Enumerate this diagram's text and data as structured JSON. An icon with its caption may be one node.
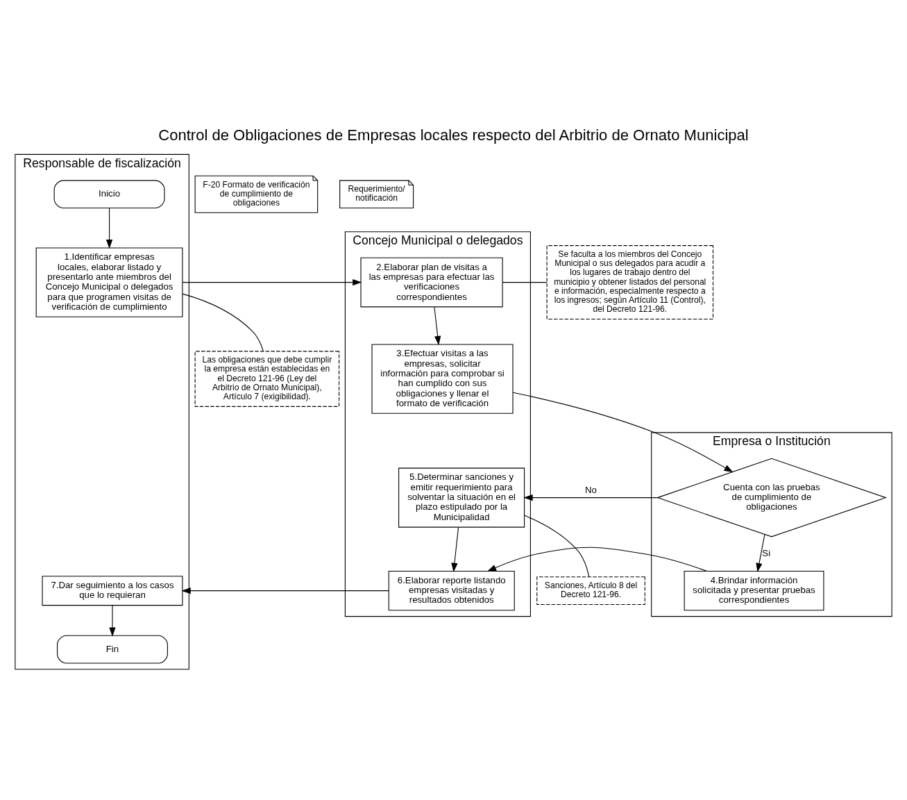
{
  "diagram": {
    "title": "Control de Obligaciones de Empresas locales respecto del Arbitrio de Ornato Municipal",
    "nodes": [
      {
        "text": [
          "Responsable de fiscalización"
        ]
      },
      {
        "text": [
          "Concejo Municipal o delegados"
        ]
      },
      {
        "text": [
          "Empresa o Institución"
        ]
      },
      {
        "text": [
          "Inicio"
        ],
        "in": 0
      },
      {
        "text": [
          "Las obligaciones que debe cumplir la empresa están establecidas en el Decreto 121-96 (Ley del Arbitrio de Ornato Municipal), Artículo 7 (exigibilidad)."
        ]
      },
      {
        "text": [
          "1.Identificar empresas locales, elaborar listado y presentarlo ante miembros del Concejo Municipal o delegados para que programen visitas de verificación de cumplimiento"
        ],
        "in": 0
      },
      {
        "text": [
          "2.Elaborar plan de visitas a las empresas para efectuar las verificaciones correspondientes"
        ],
        "in": 1
      },
      {
        "text": [
          "Se faculta a los miembros del Concejo Municipal o sus delegados para acudir a los lugares de trabajo dentro del municipio y obtener listados del personal e información, especialmente respecto a los ingresos; según Artículo 11 (Control), del Decreto 121-96."
        ]
      },
      {
        "text": [
          "F-20 Formato de verificación de cumplimiento de obligaciones"
        ]
      },
      {
        "text": [
          "3.Efectuar visitas a las empresas, solicitar información para comprobar si han cumplido con sus obligaciones y llenar el formato de verificación"
        ],
        "in": 1
      },
      {
        "text": [
          "Sanciones, Artículo 8 del Decreto 121-96."
        ]
      },
      {
        "text": [
          "Requerimiento/ notificación"
        ]
      },
      {
        "text": [
          "5.Determinar sanciones y emitir requerimiento para solventar la situación en el plazo estipulado por la Municipalidad"
        ],
        "in": 1
      },
      {
        "text": [
          "Cuenta con las pruebas de cumplimiento de obligaciones"
        ],
        "in": 2
      },
      {
        "text": [
          "4.Brindar información solicitada y presentar pruebas correspondientes"
        ],
        "in": 2
      },
      {
        "text": [
          "6.Elaborar reporte listando empresas visitadas y resultados obtenidos"
        ],
        "in": 1
      },
      {
        "text": [
          "7.Dar seguimiento a los casos que lo requieran"
        ],
        "in": 0
      },
      {
        "text": [
          "Fin"
        ],
        "in": 0
      }
    ],
    "edges": [
      {
        "from": 3,
        "to": 5,
        "arrow": "to"
      },
      {
        "from": 5,
        "to": 4,
        "arrow": "none"
      },
      {
        "from": 5,
        "to": 6,
        "arrow": "to"
      },
      {
        "from": 6,
        "to": 7,
        "arrow": "none"
      },
      {
        "from": 6,
        "to": 9,
        "arrow": "to"
      },
      {
        "from": 9,
        "to": 13,
        "arrow": "to"
      },
      {
        "from": 13,
        "to": 12,
        "arrow": "to",
        "label": "No"
      },
      {
        "from": 12,
        "to": 10,
        "arrow": "none"
      },
      {
        "from": 13,
        "to": 14,
        "arrow": "to",
        "label": "Si"
      },
      {
        "from": 12,
        "to": 15,
        "arrow": "to"
      },
      {
        "from": 14,
        "to": 15,
        "arrow": "to"
      },
      {
        "from": 15,
        "to": 16,
        "arrow": "to"
      },
      {
        "from": 16,
        "to": 17,
        "arrow": "to"
      }
    ]
  }
}
